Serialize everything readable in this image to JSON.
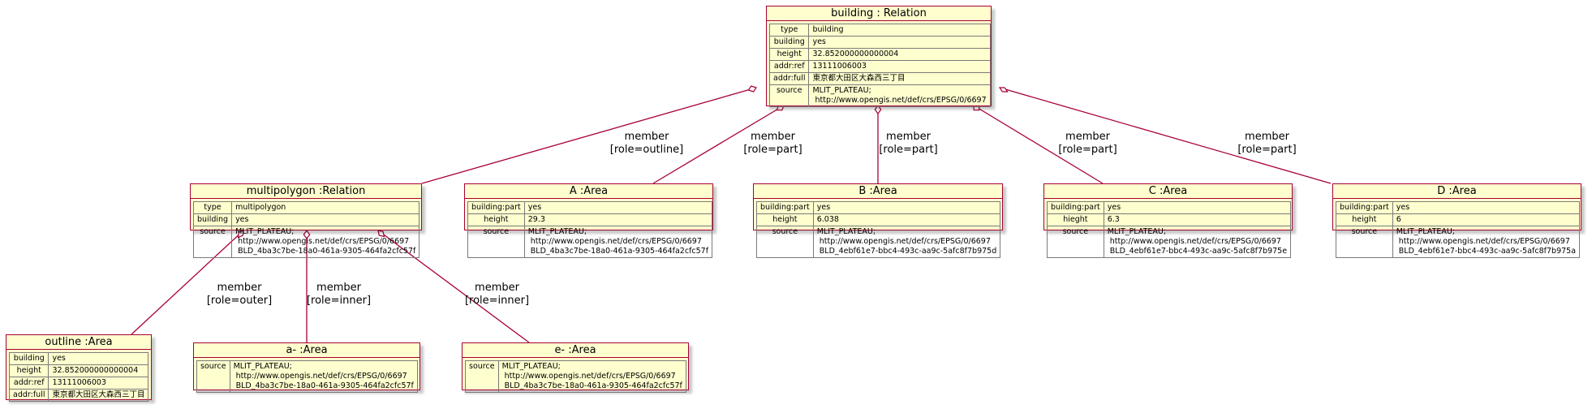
{
  "nodes": {
    "building": {
      "title": "building : Relation",
      "rows": [
        {
          "key": "type",
          "value": "building"
        },
        {
          "key": "building",
          "value": "yes"
        },
        {
          "key": "height",
          "value": "32.852000000000004"
        },
        {
          "key": "addr:ref",
          "value": "13111006003"
        },
        {
          "key": "addr:full",
          "value": "東京都大田区大森西三丁目"
        },
        {
          "key": "source",
          "value": "MLIT_PLATEAU;\n http://www.opengis.net/def/crs/EPSG/0/6697"
        }
      ]
    },
    "multipolygon": {
      "title": "multipolygon :Relation",
      "rows": [
        {
          "key": "type",
          "value": "multipolygon"
        },
        {
          "key": "building",
          "value": "yes"
        },
        {
          "key": "source",
          "value": "MLIT_PLATEAU;\n http://www.opengis.net/def/crs/EPSG/0/6697\n BLD_4ba3c7be-18a0-461a-9305-464fa2cfc57f"
        }
      ]
    },
    "A": {
      "title": "A :Area",
      "rows": [
        {
          "key": "building:part",
          "value": "yes"
        },
        {
          "key": "height",
          "value": "29.3"
        },
        {
          "key": "source",
          "value": "MLIT_PLATEAU;\n http://www.opengis.net/def/crs/EPSG/0/6697\n BLD_4ba3c7be-18a0-461a-9305-464fa2cfc57f"
        }
      ]
    },
    "B": {
      "title": "B :Area",
      "rows": [
        {
          "key": "building:part",
          "value": "yes"
        },
        {
          "key": "height",
          "value": "6.038"
        },
        {
          "key": "source",
          "value": "MLIT_PLATEAU;\n http://www.opengis.net/def/crs/EPSG/0/6697\n BLD_4ebf61e7-bbc4-493c-aa9c-5afc8f7b975d"
        }
      ]
    },
    "C": {
      "title": "C :Area",
      "rows": [
        {
          "key": "building:part",
          "value": "yes"
        },
        {
          "key": "hieght",
          "value": "6.3"
        },
        {
          "key": "source",
          "value": "MLIT_PLATEAU;\n http://www.opengis.net/def/crs/EPSG/0/6697\n BLD_4ebf61e7-bbc4-493c-aa9c-5afc8f7b975e"
        }
      ]
    },
    "D": {
      "title": "D :Area",
      "rows": [
        {
          "key": "building:part",
          "value": "yes"
        },
        {
          "key": "height",
          "value": "6"
        },
        {
          "key": "source",
          "value": "MLIT_PLATEAU;\n http://www.opengis.net/def/crs/EPSG/0/6697\n BLD_4ebf61e7-bbc4-493c-aa9c-5afc8f7b975a"
        }
      ]
    },
    "outline": {
      "title": "outline :Area",
      "rows": [
        {
          "key": "building",
          "value": "yes"
        },
        {
          "key": "height",
          "value": "32.852000000000004"
        },
        {
          "key": "addr:ref",
          "value": "13111006003"
        },
        {
          "key": "addr:full",
          "value": "東京都大田区大森西三丁目"
        }
      ]
    },
    "a": {
      "title": "a- :Area",
      "rows": [
        {
          "key": "source",
          "value": "MLIT_PLATEAU;\n http://www.opengis.net/def/crs/EPSG/0/6697\n BLD_4ba3c7be-18a0-461a-9305-464fa2cfc57f"
        }
      ]
    },
    "e": {
      "title": "e- :Area",
      "rows": [
        {
          "key": "source",
          "value": "MLIT_PLATEAU;\n http://www.opengis.net/def/crs/EPSG/0/6697\n BLD_4ba3c7be-18a0-461a-9305-464fa2cfc57f"
        }
      ]
    }
  },
  "edges": {
    "building_multipolygon": "member\n[role=outline]",
    "building_A": "member\n[role=part]",
    "building_B": "member\n[role=part]",
    "building_C": "member\n[role=part]",
    "building_D": "member\n[role=part]",
    "multipolygon_outline": "member\n[role=outer]",
    "multipolygon_a": "member\n[role=inner]",
    "multipolygon_e": "member\n[role=inner]"
  },
  "colors": {
    "node_fill": "#fefece",
    "node_border": "#a80036",
    "connector": "#a80036"
  }
}
